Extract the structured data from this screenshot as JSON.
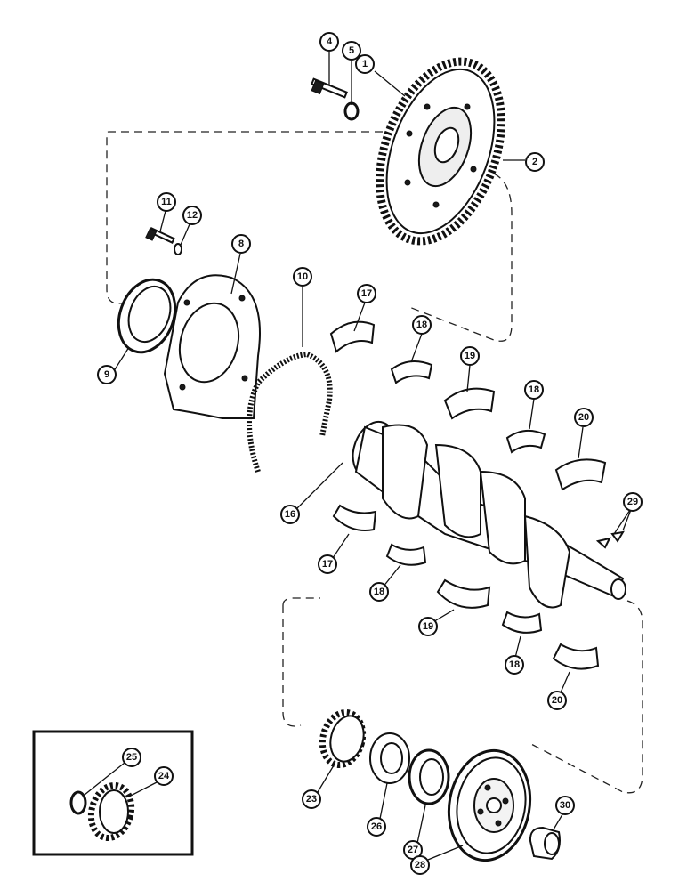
{
  "diagram": {
    "callouts": [
      {
        "id": "c1",
        "label": "1"
      },
      {
        "id": "c2",
        "label": "2"
      },
      {
        "id": "c4",
        "label": "4"
      },
      {
        "id": "c5",
        "label": "5"
      },
      {
        "id": "c8",
        "label": "8"
      },
      {
        "id": "c9",
        "label": "9"
      },
      {
        "id": "c10",
        "label": "10"
      },
      {
        "id": "c11",
        "label": "11"
      },
      {
        "id": "c12",
        "label": "12"
      },
      {
        "id": "c16",
        "label": "16"
      },
      {
        "id": "c17a",
        "label": "17"
      },
      {
        "id": "c17b",
        "label": "17"
      },
      {
        "id": "c18a",
        "label": "18"
      },
      {
        "id": "c18b",
        "label": "18"
      },
      {
        "id": "c18c",
        "label": "18"
      },
      {
        "id": "c18d",
        "label": "18"
      },
      {
        "id": "c19a",
        "label": "19"
      },
      {
        "id": "c19b",
        "label": "19"
      },
      {
        "id": "c20a",
        "label": "20"
      },
      {
        "id": "c20b",
        "label": "20"
      },
      {
        "id": "c23",
        "label": "23"
      },
      {
        "id": "c24",
        "label": "24"
      },
      {
        "id": "c25",
        "label": "25"
      },
      {
        "id": "c26",
        "label": "26"
      },
      {
        "id": "c27",
        "label": "27"
      },
      {
        "id": "c28",
        "label": "28"
      },
      {
        "id": "c29",
        "label": "29"
      },
      {
        "id": "c30",
        "label": "30"
      }
    ]
  }
}
